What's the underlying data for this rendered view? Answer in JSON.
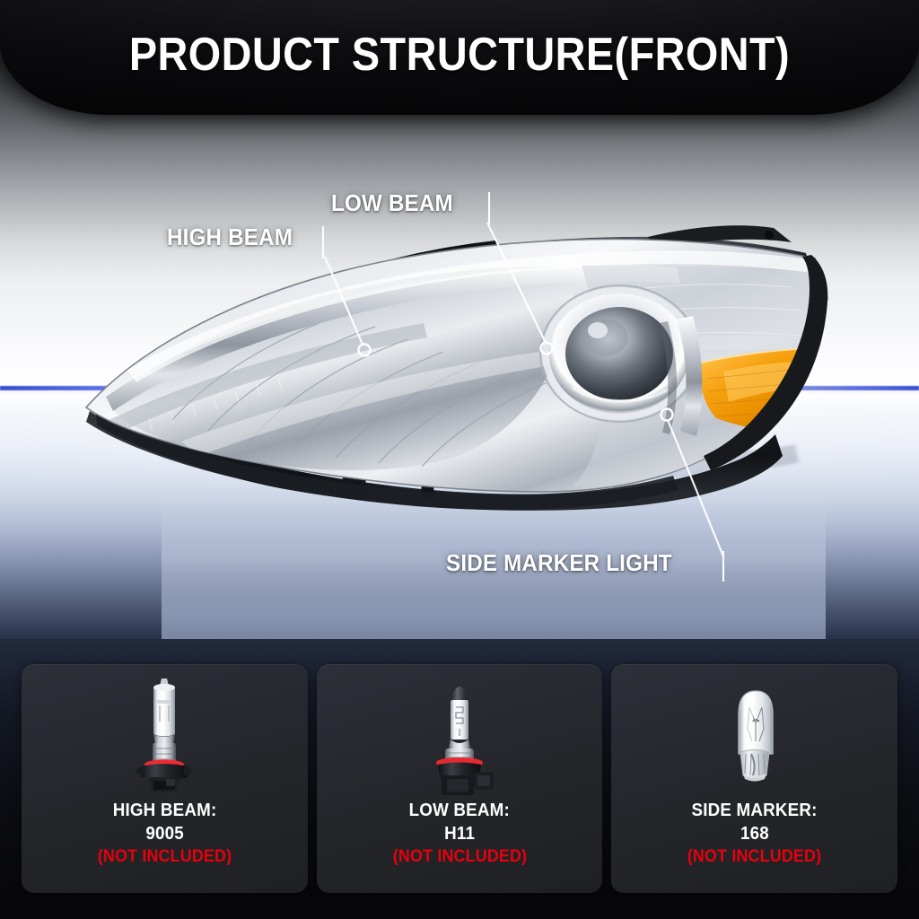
{
  "header": {
    "title": "PRODUCT STRUCTURE(FRONT)"
  },
  "product": {
    "name": "headlight-assembly",
    "view": "front",
    "colors": {
      "amber_marker": "#f5a000",
      "chrome": "#d8dbe0",
      "housing_black": "#17181c",
      "horizon_blue": "#2238c8"
    }
  },
  "callouts": [
    {
      "id": "high-beam",
      "label": "HIGH BEAM"
    },
    {
      "id": "low-beam",
      "label": "LOW BEAM"
    },
    {
      "id": "side-marker",
      "label": "SIDE MARKER LIGHT"
    }
  ],
  "bulb_cards": [
    {
      "icon": "halogen-bulb-9005-icon",
      "title": "HIGH BEAM:",
      "code": "9005",
      "note": "(NOT INCLUDED)"
    },
    {
      "icon": "halogen-bulb-h11-icon",
      "title": "LOW BEAM:",
      "code": "H11",
      "note": "(NOT INCLUDED)"
    },
    {
      "icon": "wedge-bulb-168-icon",
      "title": "SIDE MARKER:",
      "code": "168",
      "note": "(NOT INCLUDED)"
    }
  ],
  "note_color": "#e8000d"
}
